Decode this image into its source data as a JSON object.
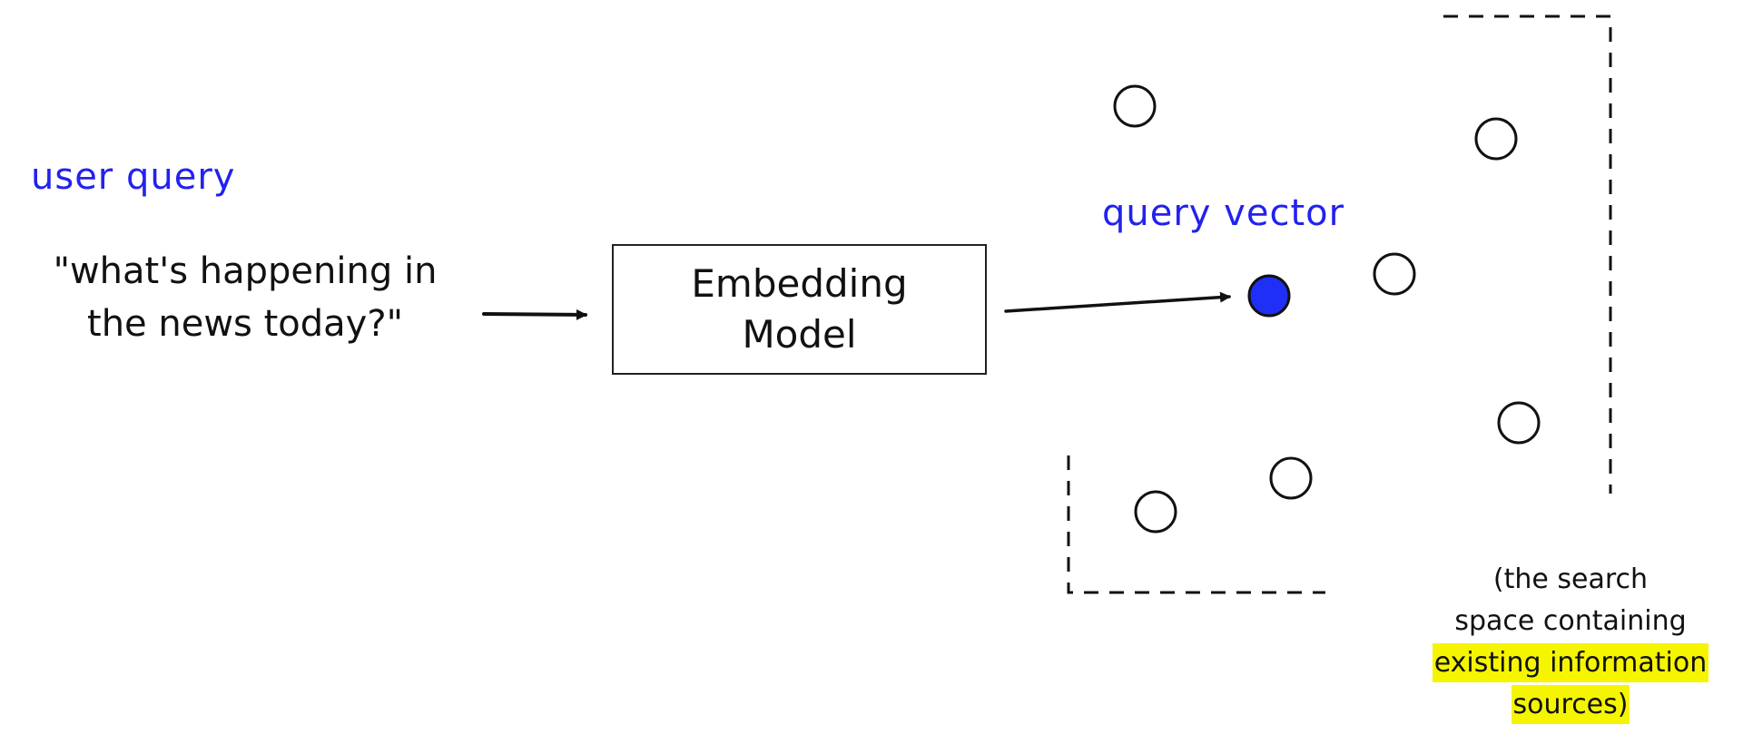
{
  "user_query": {
    "heading": "user query",
    "lines": [
      "\"what's happening in",
      "the news today?\""
    ]
  },
  "embedding_model": {
    "lines": [
      "Embedding",
      "Model"
    ]
  },
  "vector_space": {
    "heading": "query vector",
    "caption_lines": [
      "(the search",
      "space containing",
      "existing information",
      "sources)"
    ]
  },
  "colors": {
    "accent": "#2222ee",
    "query_point": "#1f2ff5",
    "highlight": "#f5f500",
    "ink": "#111111"
  }
}
